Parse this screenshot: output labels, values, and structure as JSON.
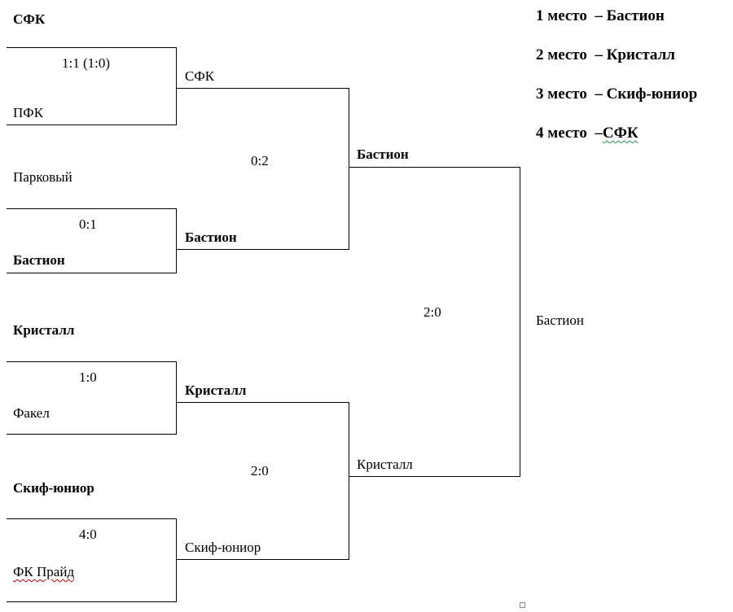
{
  "round1": [
    {
      "top_team": "СФК",
      "top_bold": true,
      "score": "1:1 (1:0)",
      "bottom_team": "ПФК",
      "bottom_bold": false
    },
    {
      "top_team": "Парковый",
      "top_bold": false,
      "score": "0:1",
      "bottom_team": "Бастион",
      "bottom_bold": true
    },
    {
      "top_team": "Кристалл",
      "top_bold": true,
      "score": "1:0",
      "bottom_team": "Факел",
      "bottom_bold": false
    },
    {
      "top_team": "Скиф-юниор",
      "top_bold": true,
      "score": "4:0",
      "bottom_team": "ФК Прайд",
      "bottom_bold": false
    }
  ],
  "round2": [
    {
      "top_team": "СФК",
      "score": "0:2",
      "bottom_team": "Бастион"
    },
    {
      "top_team": "Кристалл",
      "score": "2:0",
      "bottom_team": "Скиф-юниор"
    }
  ],
  "final": {
    "top_team": "Бастион",
    "score": "2:0",
    "bottom_team": "Кристалл",
    "winner": "Бастион"
  },
  "placings": [
    {
      "place": "1 место",
      "sep": "– ",
      "team": "Бастион"
    },
    {
      "place": "2 место",
      "sep": "– ",
      "team": "Кристалл"
    },
    {
      "place": "3 место",
      "sep": "– ",
      "team": "Скиф-юниор"
    },
    {
      "place": "4 место",
      "sep": "–",
      "team": "СФК"
    }
  ]
}
